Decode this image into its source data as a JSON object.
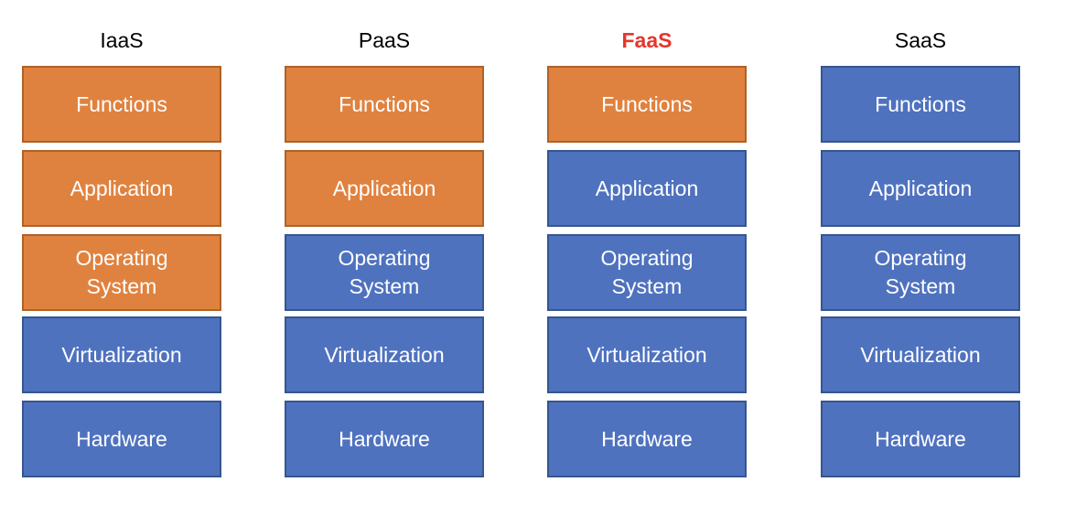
{
  "colors": {
    "managed_by_user": "#e0823f",
    "managed_by_provider": "#4f72bf",
    "highlight_title": "#e8342a"
  },
  "columns": [
    {
      "title": "IaaS",
      "highlighted": false,
      "layers": [
        {
          "label": "Functions",
          "color": "orange"
        },
        {
          "label": "Application",
          "color": "orange"
        },
        {
          "label": "Operating\nSystem",
          "color": "orange"
        },
        {
          "label": "Virtualization",
          "color": "blue"
        },
        {
          "label": "Hardware",
          "color": "blue"
        }
      ]
    },
    {
      "title": "PaaS",
      "highlighted": false,
      "layers": [
        {
          "label": "Functions",
          "color": "orange"
        },
        {
          "label": "Application",
          "color": "orange"
        },
        {
          "label": "Operating\nSystem",
          "color": "blue"
        },
        {
          "label": "Virtualization",
          "color": "blue"
        },
        {
          "label": "Hardware",
          "color": "blue"
        }
      ]
    },
    {
      "title": "FaaS",
      "highlighted": true,
      "layers": [
        {
          "label": "Functions",
          "color": "orange"
        },
        {
          "label": "Application",
          "color": "blue"
        },
        {
          "label": "Operating\nSystem",
          "color": "blue"
        },
        {
          "label": "Virtualization",
          "color": "blue"
        },
        {
          "label": "Hardware",
          "color": "blue"
        }
      ]
    },
    {
      "title": "SaaS",
      "highlighted": false,
      "layers": [
        {
          "label": "Functions",
          "color": "blue"
        },
        {
          "label": "Application",
          "color": "blue"
        },
        {
          "label": "Operating\nSystem",
          "color": "blue"
        },
        {
          "label": "Virtualization",
          "color": "blue"
        },
        {
          "label": "Hardware",
          "color": "blue"
        }
      ]
    }
  ]
}
